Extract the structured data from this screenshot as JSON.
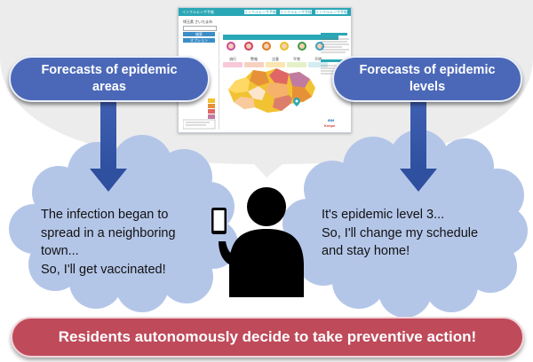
{
  "callouts": {
    "left": {
      "lines": [
        "Forecasts of epidemic",
        "areas"
      ]
    },
    "right": {
      "lines": [
        "Forecasts of epidemic",
        "levels"
      ]
    }
  },
  "thoughts": {
    "left": {
      "lines": [
        "The infection began to",
        "spread in a neighboring",
        "town...",
        "So, I'll get vaccinated!"
      ]
    },
    "right": {
      "lines": [
        "It's epidemic level 3...",
        "So, I'll change my schedule",
        "and stay home!"
      ]
    }
  },
  "conclusion": "Residents autonomously decide to take preventive action!",
  "screenshot": {
    "app_title": "インフルエンザ予報",
    "tabs": [
      "インフルエンザ予報",
      "インフルエンザ予報",
      "インフルエンザ予報"
    ],
    "location": "埼玉県 さいたま市",
    "menu_buttons": [
      "検索",
      "オプション"
    ],
    "level_labels": [
      "流行",
      "警報",
      "注意",
      "平常",
      "不明"
    ],
    "brand_lines": [
      "IBM",
      "Kenpo"
    ]
  },
  "colors": {
    "callout_blue": "#4b68b8",
    "cloud_fill": "#b4c6e8",
    "conclusion_red": "#bf4a5a",
    "arrow_blue": "#3f5fb2",
    "bubble_gray": "#ececec"
  },
  "icons": {
    "person": "person-with-smartphone-icon",
    "map": "saitama-prefecture-map-icon",
    "pin": "location-pin-icon"
  }
}
